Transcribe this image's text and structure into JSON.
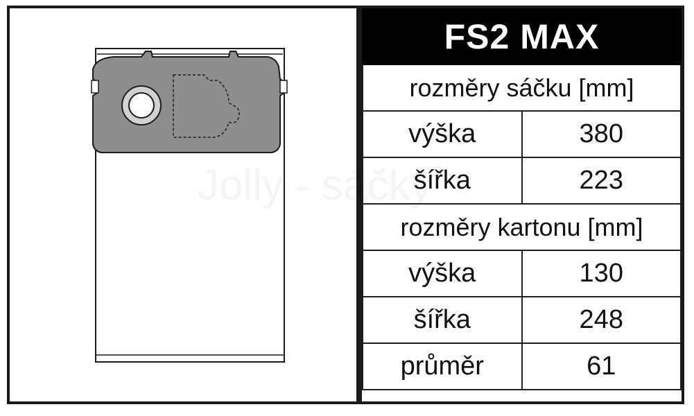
{
  "product": {
    "title": "FS2 MAX"
  },
  "bag_dimensions": {
    "header": "rozměry sáčku [mm]",
    "rows": [
      {
        "label": "výška",
        "value": "380"
      },
      {
        "label": "šířka",
        "value": "223"
      }
    ]
  },
  "carton_dimensions": {
    "header": "rozměry kartonu [mm]",
    "rows": [
      {
        "label": "výška",
        "value": "130"
      },
      {
        "label": "šířka",
        "value": "248"
      },
      {
        "label": "průměr",
        "value": "61"
      }
    ]
  },
  "watermark": "Jolly - sáčky",
  "colors": {
    "frame": "#1a1a1a",
    "title_bg": "#000000",
    "title_text": "#ffffff",
    "plate": "#8e8e8e",
    "ring": "#d2d2d2"
  }
}
